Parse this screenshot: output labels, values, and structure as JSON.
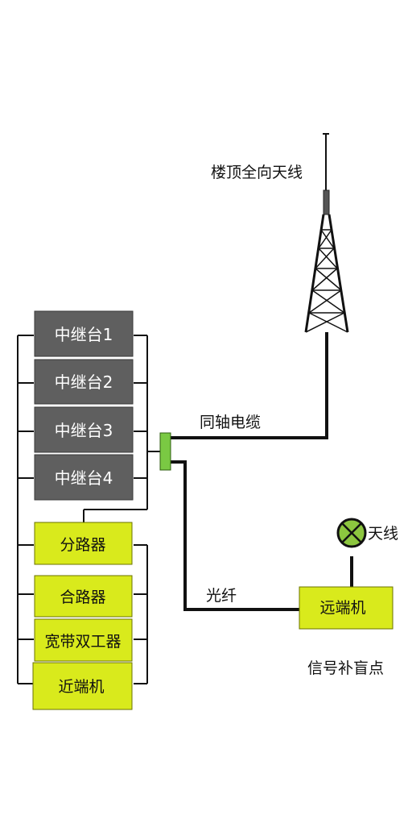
{
  "antenna_tower": {
    "label": "楼顶全向天线"
  },
  "repeaters": [
    {
      "label": "中继台1"
    },
    {
      "label": "中继台2"
    },
    {
      "label": "中继台3"
    },
    {
      "label": "中继台4"
    }
  ],
  "modules": [
    {
      "label": "分路器"
    },
    {
      "label": "合路器"
    },
    {
      "label": "宽带双工器"
    },
    {
      "label": "近端机"
    }
  ],
  "links": {
    "coax_label": "同轴电缆",
    "fiber_label": "光纤"
  },
  "remote_site": {
    "unit_label": "远端机",
    "antenna_label": "天线",
    "site_label": "信号补盲点"
  },
  "colors": {
    "repeater_fill": "#5f5f5f",
    "module_fill": "#d9ea1c",
    "connector_fill": "#7ac943",
    "antenna_fill": "#8cc63f",
    "line": "#111111"
  }
}
